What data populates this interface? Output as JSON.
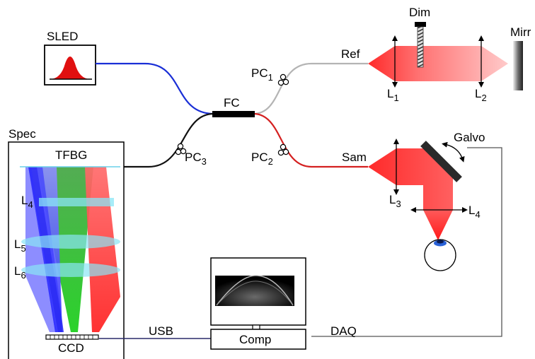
{
  "labels": {
    "sled": "SLED",
    "fc": "FC",
    "pc1_main": "PC",
    "pc1_sub": "1",
    "pc2_main": "PC",
    "pc2_sub": "2",
    "pc3_main": "PC",
    "pc3_sub": "3",
    "ref": "Ref",
    "sam": "Sam",
    "dim": "Dim",
    "mirror": "Mirr",
    "galvo": "Galvo",
    "l1_main": "L",
    "l1_sub": "1",
    "l2_main": "L",
    "l2_sub": "2",
    "l3_main": "L",
    "l3_sub": "3",
    "l4_main": "L",
    "l4_sub": "4",
    "spec": "Spec",
    "tfbg": "TFBG",
    "spec_l4_main": "L",
    "spec_l4_sub": "4",
    "spec_l5_main": "L",
    "spec_l5_sub": "5",
    "spec_l6_main": "L",
    "spec_l6_sub": "6",
    "ccd": "CCD",
    "usb": "USB",
    "comp": "Comp",
    "daq": "DAQ"
  },
  "colors": {
    "source_fiber": "#1a2fd6",
    "reference_fiber": "#b4b4b4",
    "sample_fiber": "#d42020",
    "detection_fiber": "#111111",
    "usb_cable": "#2a2a6a",
    "beam_red": "#ff3030",
    "spec_blue": "#2a2aff",
    "spec_green": "#22c222",
    "spec_red": "#ff2a2a"
  }
}
